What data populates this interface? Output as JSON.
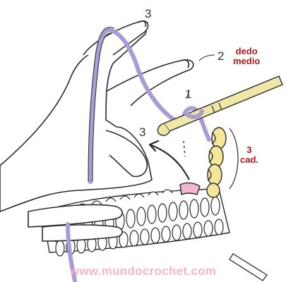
{
  "labels": {
    "step_1": "1",
    "step_2": "2",
    "step_3": "3",
    "middle_finger": "dedo\nmedio",
    "chain_count": "3\ncad."
  },
  "watermark": "www.mundocrochet.com",
  "colors": {
    "yarn": "#a99bd6",
    "chain": "#f3e89a",
    "hook": "#efe7a6",
    "label_red": "#b31b1b",
    "watermark": "#f4b6c6",
    "outline": "#2a2a2a"
  },
  "icons": [
    "hand-illustration",
    "crochet-hook-icon",
    "yarn-strand",
    "arrow-icon",
    "chain-stitches",
    "crochet-fabric"
  ]
}
